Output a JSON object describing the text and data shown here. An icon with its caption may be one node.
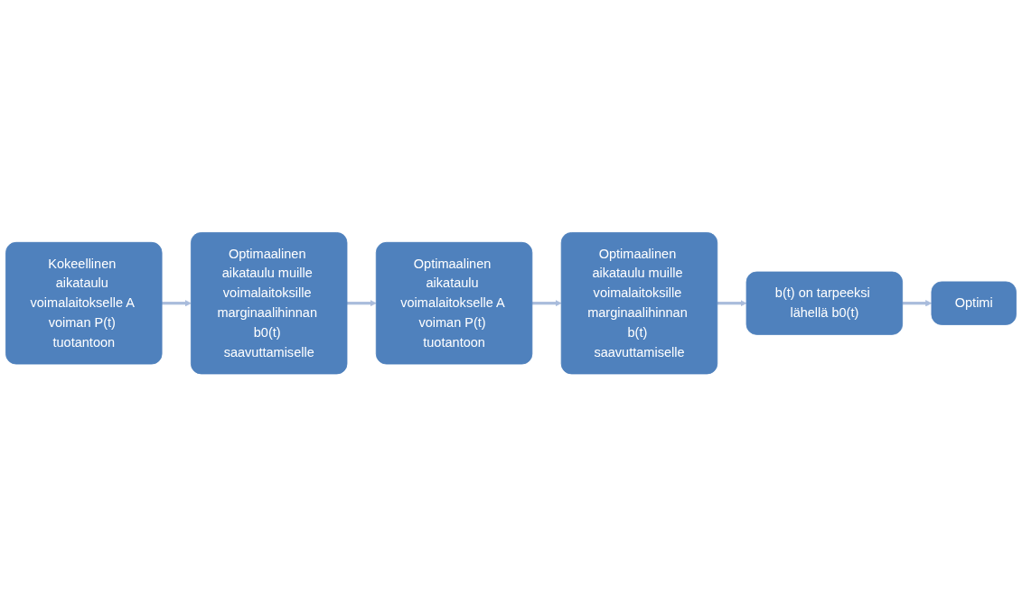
{
  "diagram": {
    "nodes": [
      {
        "text": [
          "Kokeellinen aikataulu voimalaitokselle A voiman P(t) tuotantoon"
        ]
      },
      {
        "text": [
          "Optimaalinen aikataulu muille voimalaitoksille marginaalihinnan b0(t) saavuttamiselle"
        ]
      },
      {
        "text": [
          "Optimaalinen aikataulu voimalaitokselle A voiman P(t) tuotantoon"
        ]
      },
      {
        "text": [
          "Optimaalinen aikataulu muille voimalaitoksille marginaalihinnan b(t) saavuttamiselle"
        ]
      },
      {
        "text": [
          "b(t) on tarpeeksi lähellä b0(t)"
        ]
      },
      {
        "text": [
          "Optimi"
        ]
      }
    ],
    "edges": [
      {
        "from": 0,
        "to": 1,
        "arrow": "to"
      },
      {
        "from": 1,
        "to": 2,
        "arrow": "to"
      },
      {
        "from": 2,
        "to": 3,
        "arrow": "to"
      },
      {
        "from": 3,
        "to": 4,
        "arrow": "to"
      },
      {
        "from": 4,
        "to": 5,
        "arrow": "to"
      }
    ]
  }
}
